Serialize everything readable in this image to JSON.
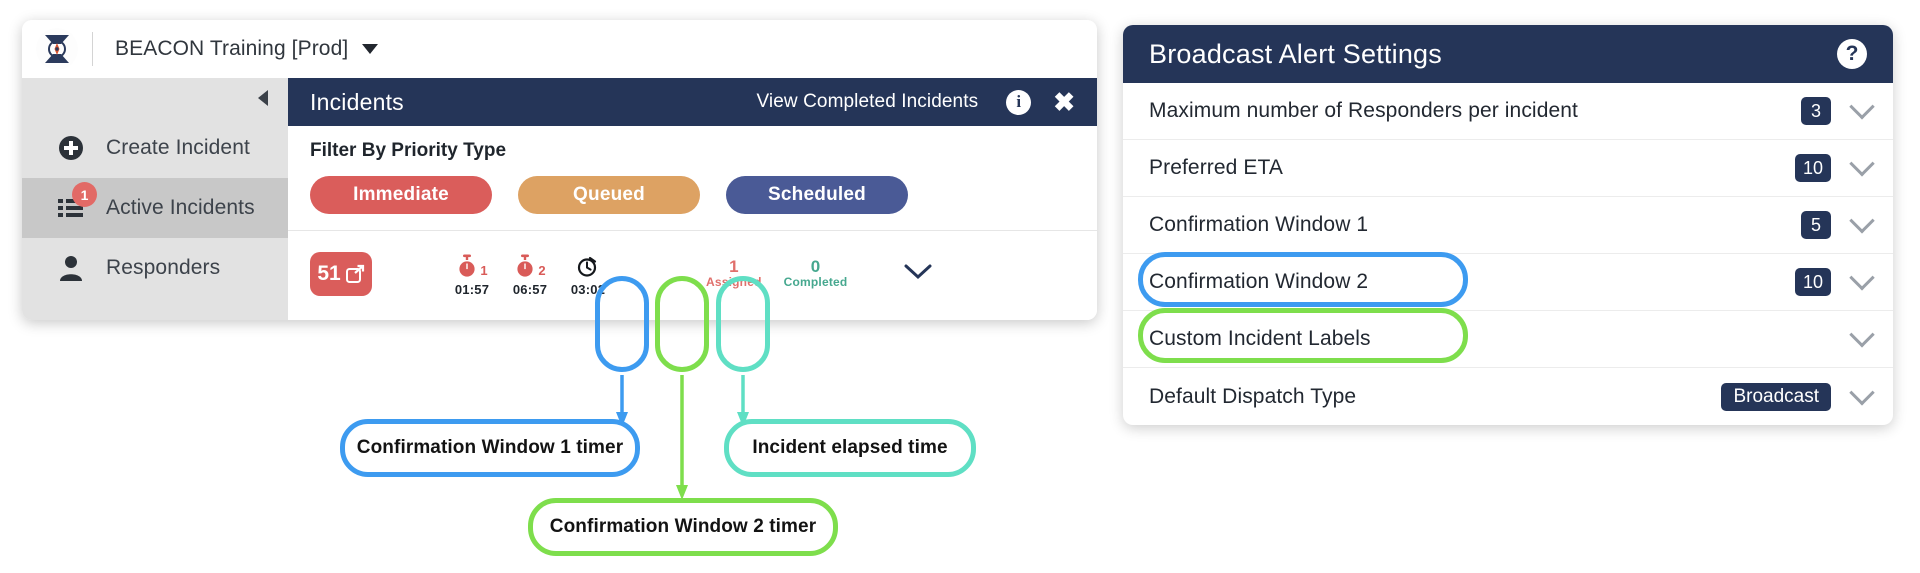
{
  "app": {
    "org_name": "BEACON Training [Prod]",
    "logo_icon": "beacon-compass-logo",
    "org_caret_icon": "caret-down-icon",
    "sidebar": {
      "collapse_icon": "collapse-left-caret-icon",
      "items": [
        {
          "label": "Create Incident",
          "icon": "plus-circle-icon",
          "badge": "",
          "active": false
        },
        {
          "label": "Active Incidents",
          "icon": "list-icon",
          "badge": "1",
          "active": true
        },
        {
          "label": "Responders",
          "icon": "person-icon",
          "badge": "",
          "active": false
        }
      ]
    },
    "incidents_panel": {
      "title": "Incidents",
      "view_completed_label": "View Completed Incidents",
      "info_icon": "info-circle-icon",
      "info_glyph": "i",
      "close_icon": "close-x-icon",
      "close_glyph": "✖",
      "filter_label": "Filter By Priority Type",
      "priority_pills": [
        {
          "label": "Immediate",
          "color": "#da5d5b"
        },
        {
          "label": "Queued",
          "color": "#dda263"
        },
        {
          "label": "Scheduled",
          "color": "#4a5a96"
        }
      ],
      "row": {
        "count": "51",
        "open_icon": "external-link-icon",
        "timers": [
          {
            "value": "01:57",
            "superscript": "1",
            "icon": "stopwatch-icon",
            "ring_color": "#3d9bf0"
          },
          {
            "value": "06:57",
            "superscript": "2",
            "icon": "stopwatch-icon",
            "ring_color": "#7ede4c"
          },
          {
            "value": "03:02",
            "superscript": "",
            "icon": "clock-icon",
            "ring_color": "#5fdfc4"
          }
        ],
        "counters": [
          {
            "number": "1",
            "label": "Assigned",
            "color": "#e0706c"
          },
          {
            "number": "0",
            "label": "Completed",
            "color": "#46a88f"
          }
        ],
        "expand_icon": "chevron-down-icon"
      }
    }
  },
  "settings": {
    "title": "Broadcast Alert Settings",
    "help_icon": "help-circle-icon",
    "help_glyph": "?",
    "rows": [
      {
        "label": "Maximum number of Responders per incident",
        "value": "3",
        "chevron": "chevron-down-icon",
        "highlight": ""
      },
      {
        "label": "Preferred ETA",
        "value": "10",
        "chevron": "chevron-down-icon",
        "highlight": ""
      },
      {
        "label": "Confirmation Window 1",
        "value": "5",
        "chevron": "chevron-down-icon",
        "highlight": "blue"
      },
      {
        "label": "Confirmation Window 2",
        "value": "10",
        "chevron": "chevron-down-icon",
        "highlight": "green"
      },
      {
        "label": "Custom Incident Labels",
        "value": "",
        "chevron": "chevron-down-icon",
        "highlight": ""
      },
      {
        "label": "Default Dispatch Type",
        "value": "Broadcast",
        "chevron": "chevron-down-icon",
        "highlight": ""
      }
    ]
  },
  "annotations": {
    "callouts": [
      {
        "text": "Confirmation Window 1 timer",
        "color": "#3d9bf0"
      },
      {
        "text": "Confirmation Window 2 timer",
        "color": "#7ede4c"
      },
      {
        "text": "Incident elapsed time",
        "color": "#5fdfc4"
      }
    ]
  }
}
